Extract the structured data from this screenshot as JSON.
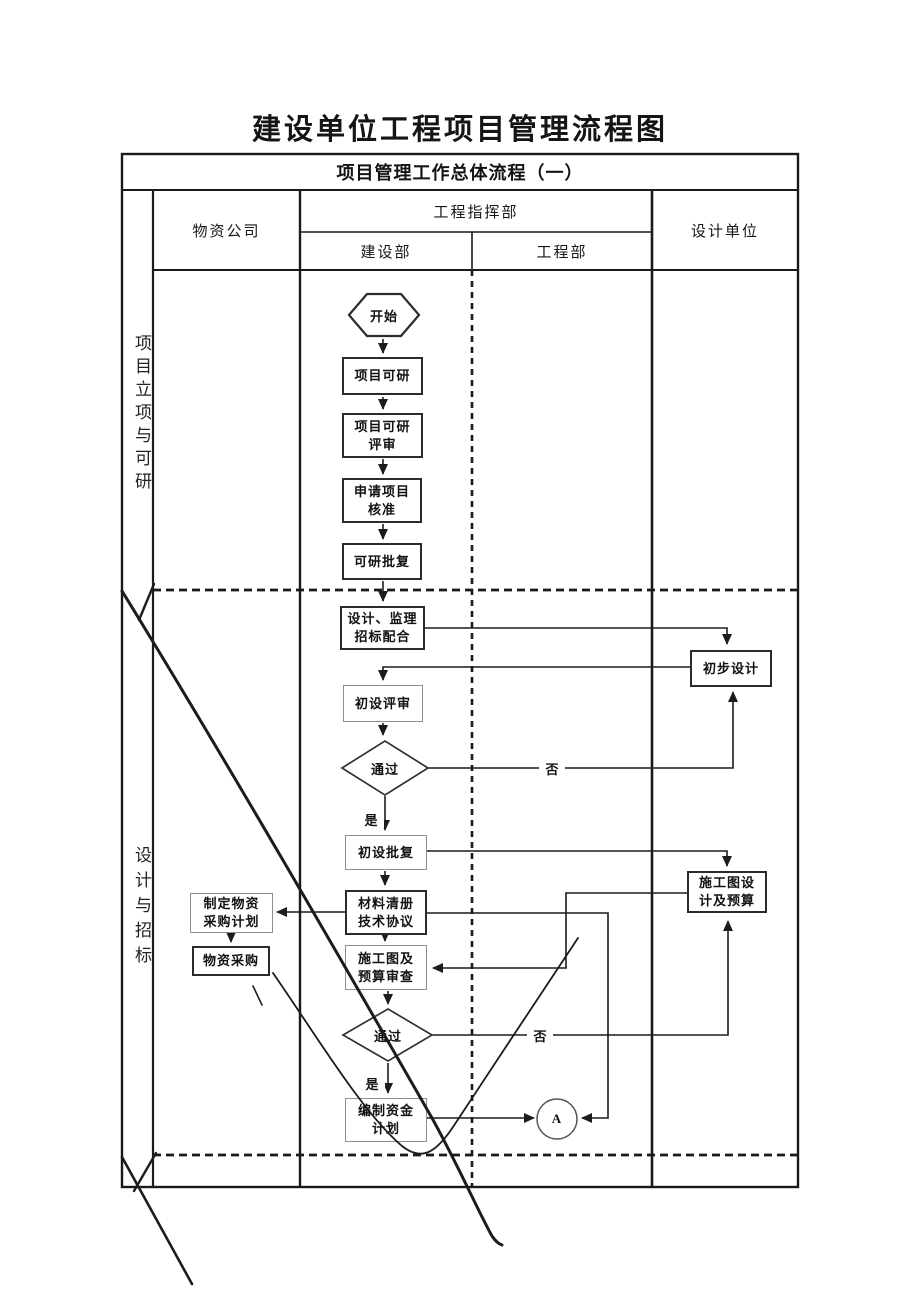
{
  "page_title": "建设单位工程项目管理流程图",
  "table_title": "项目管理工作总体流程（一）",
  "header": {
    "materials_company": "物资公司",
    "command_dept": "工程指挥部",
    "construction_dept": "建设部",
    "engineering_dept": "工程部",
    "design_unit": "设计单位"
  },
  "sections": {
    "s1": "项目立项与可研",
    "s2": "设计与招标"
  },
  "nodes": {
    "start": "开始",
    "feasibility": "项目可研",
    "feasibility_review": "项目可研\n评审",
    "apply_approval": "申请项目\n核准",
    "feasibility_reply": "可研批复",
    "design_supervision_bid": "设计、监理\n招标配合",
    "preliminary_design": "初步设计",
    "preliminary_review": "初设评审",
    "pass1": "通过",
    "preliminary_reply": "初设批复",
    "material_list": "材料清册\n技术协议",
    "material_plan": "制定物资\n采购计划",
    "material_purchase": "物资采购",
    "drawing_design": "施工图设\n计及预算",
    "drawing_budget_review": "施工图及\n预算审查",
    "pass2": "通过",
    "fund_plan": "编制资金\n计划",
    "connector_a": "A"
  },
  "edge_labels": {
    "yes": "是",
    "no": "否"
  },
  "colors": {
    "line": "#1c1c1c",
    "light_border": "#8f8f8f"
  }
}
